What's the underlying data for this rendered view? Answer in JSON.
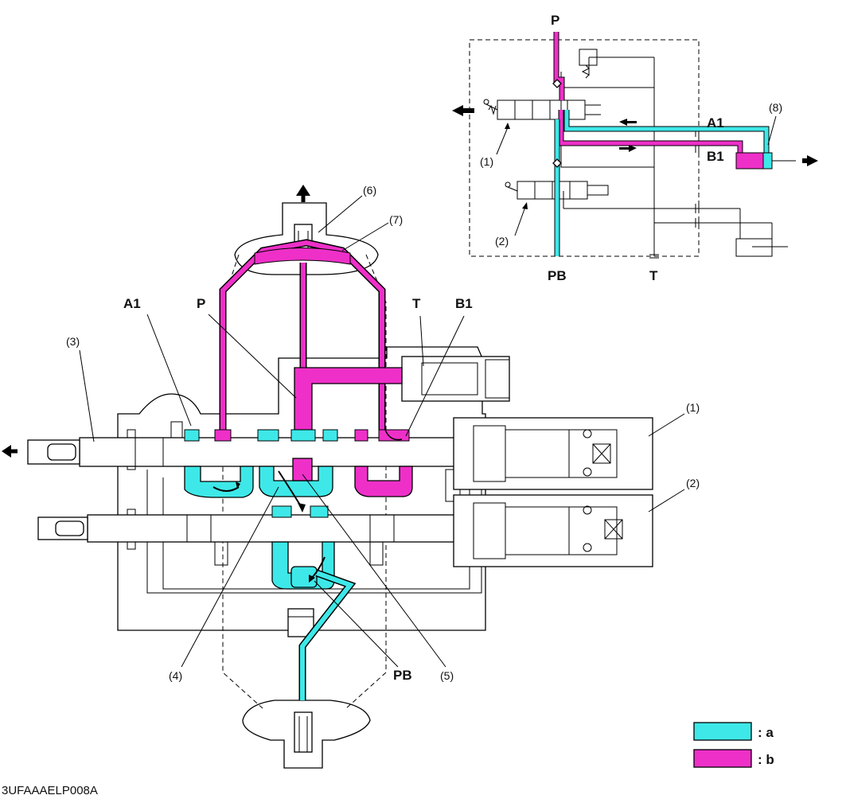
{
  "diagram": {
    "labels": {
      "p_top": "P",
      "a1_top": "A1",
      "b1_top": "B1",
      "pb_top": "PB",
      "t_top": "T",
      "n1_top": "(1)",
      "n2_top": "(2)",
      "n8_top": "(8)",
      "a1": "A1",
      "p": "P",
      "t": "T",
      "b1": "B1",
      "n3": "(3)",
      "n6": "(6)",
      "n7": "(7)",
      "n1": "(1)",
      "n2": "(2)",
      "n4": "(4)",
      "n5": "(5)",
      "pb": "PB"
    },
    "legend": [
      {
        "label": ": a",
        "color": "#3ee8e8"
      },
      {
        "label": ": b",
        "color": "#ee30c8"
      }
    ],
    "image_code": "3UFAAAELP008A"
  }
}
